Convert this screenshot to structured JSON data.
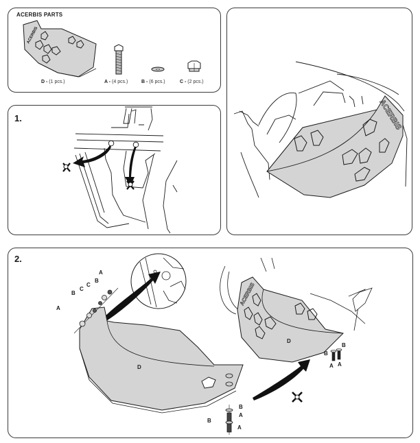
{
  "parts_panel": {
    "title": "ACERBIS PARTS",
    "parts": [
      {
        "letter": "D",
        "sep": " - ",
        "qty": "(1 pcs.)"
      },
      {
        "letter": "A",
        "sep": " - ",
        "qty": "(4 pcs.)"
      },
      {
        "letter": "B",
        "sep": " - ",
        "qty": "(6 pcs.)"
      },
      {
        "letter": "C",
        "sep": " - ",
        "qty": "(2 pcs.)"
      }
    ],
    "logo_text": "ACERBIS"
  },
  "step1": {
    "number": "1."
  },
  "step2": {
    "number": "2.",
    "part_label": "D",
    "callouts_left": [
      "A",
      "B",
      "C",
      "C",
      "B",
      "A"
    ],
    "callouts_bottom": [
      "B",
      "A",
      "B",
      "A"
    ],
    "callouts_right": [
      "B",
      "B",
      "A",
      "A"
    ],
    "installed_label": "D"
  },
  "colors": {
    "plate": "#d4d4d4",
    "line": "#1a1a1a",
    "border": "#3a3a3a"
  }
}
